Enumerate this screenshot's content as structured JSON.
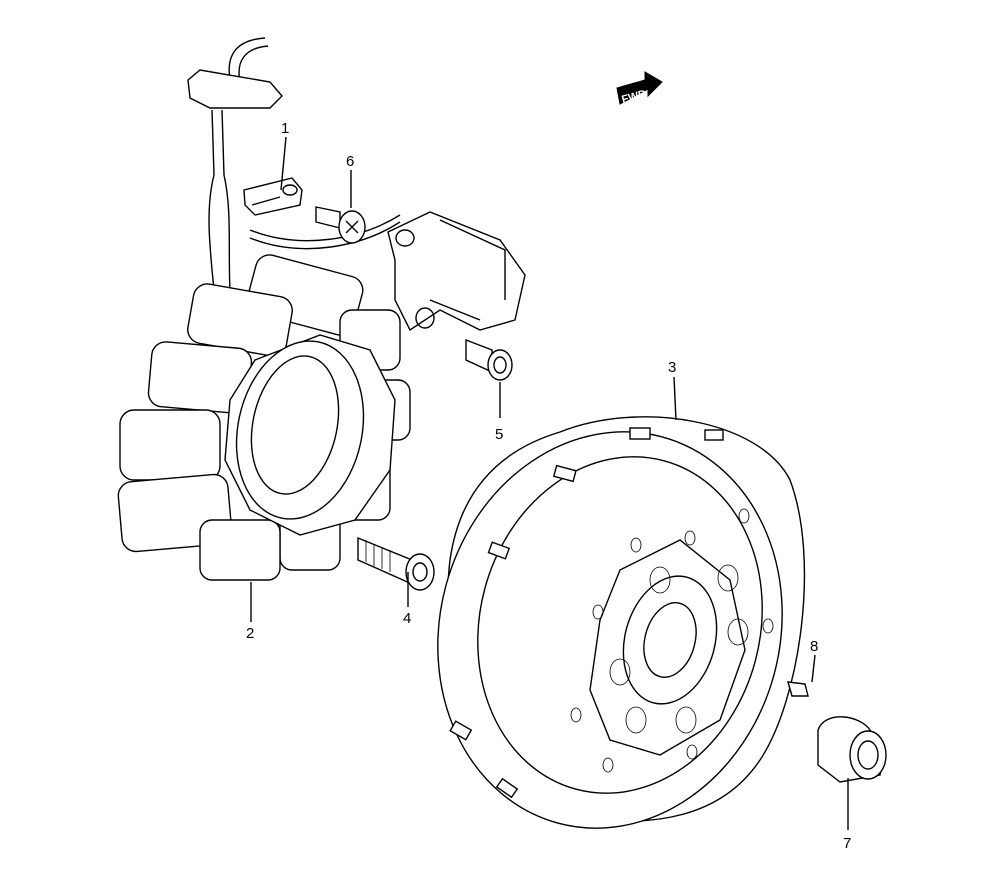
{
  "diagram": {
    "direction_badge": "FWD",
    "callouts": [
      {
        "id": "1",
        "label": "1"
      },
      {
        "id": "2",
        "label": "2"
      },
      {
        "id": "3",
        "label": "3"
      },
      {
        "id": "4",
        "label": "4"
      },
      {
        "id": "5",
        "label": "5"
      },
      {
        "id": "6",
        "label": "6"
      },
      {
        "id": "7",
        "label": "7"
      },
      {
        "id": "8",
        "label": "8"
      }
    ]
  }
}
